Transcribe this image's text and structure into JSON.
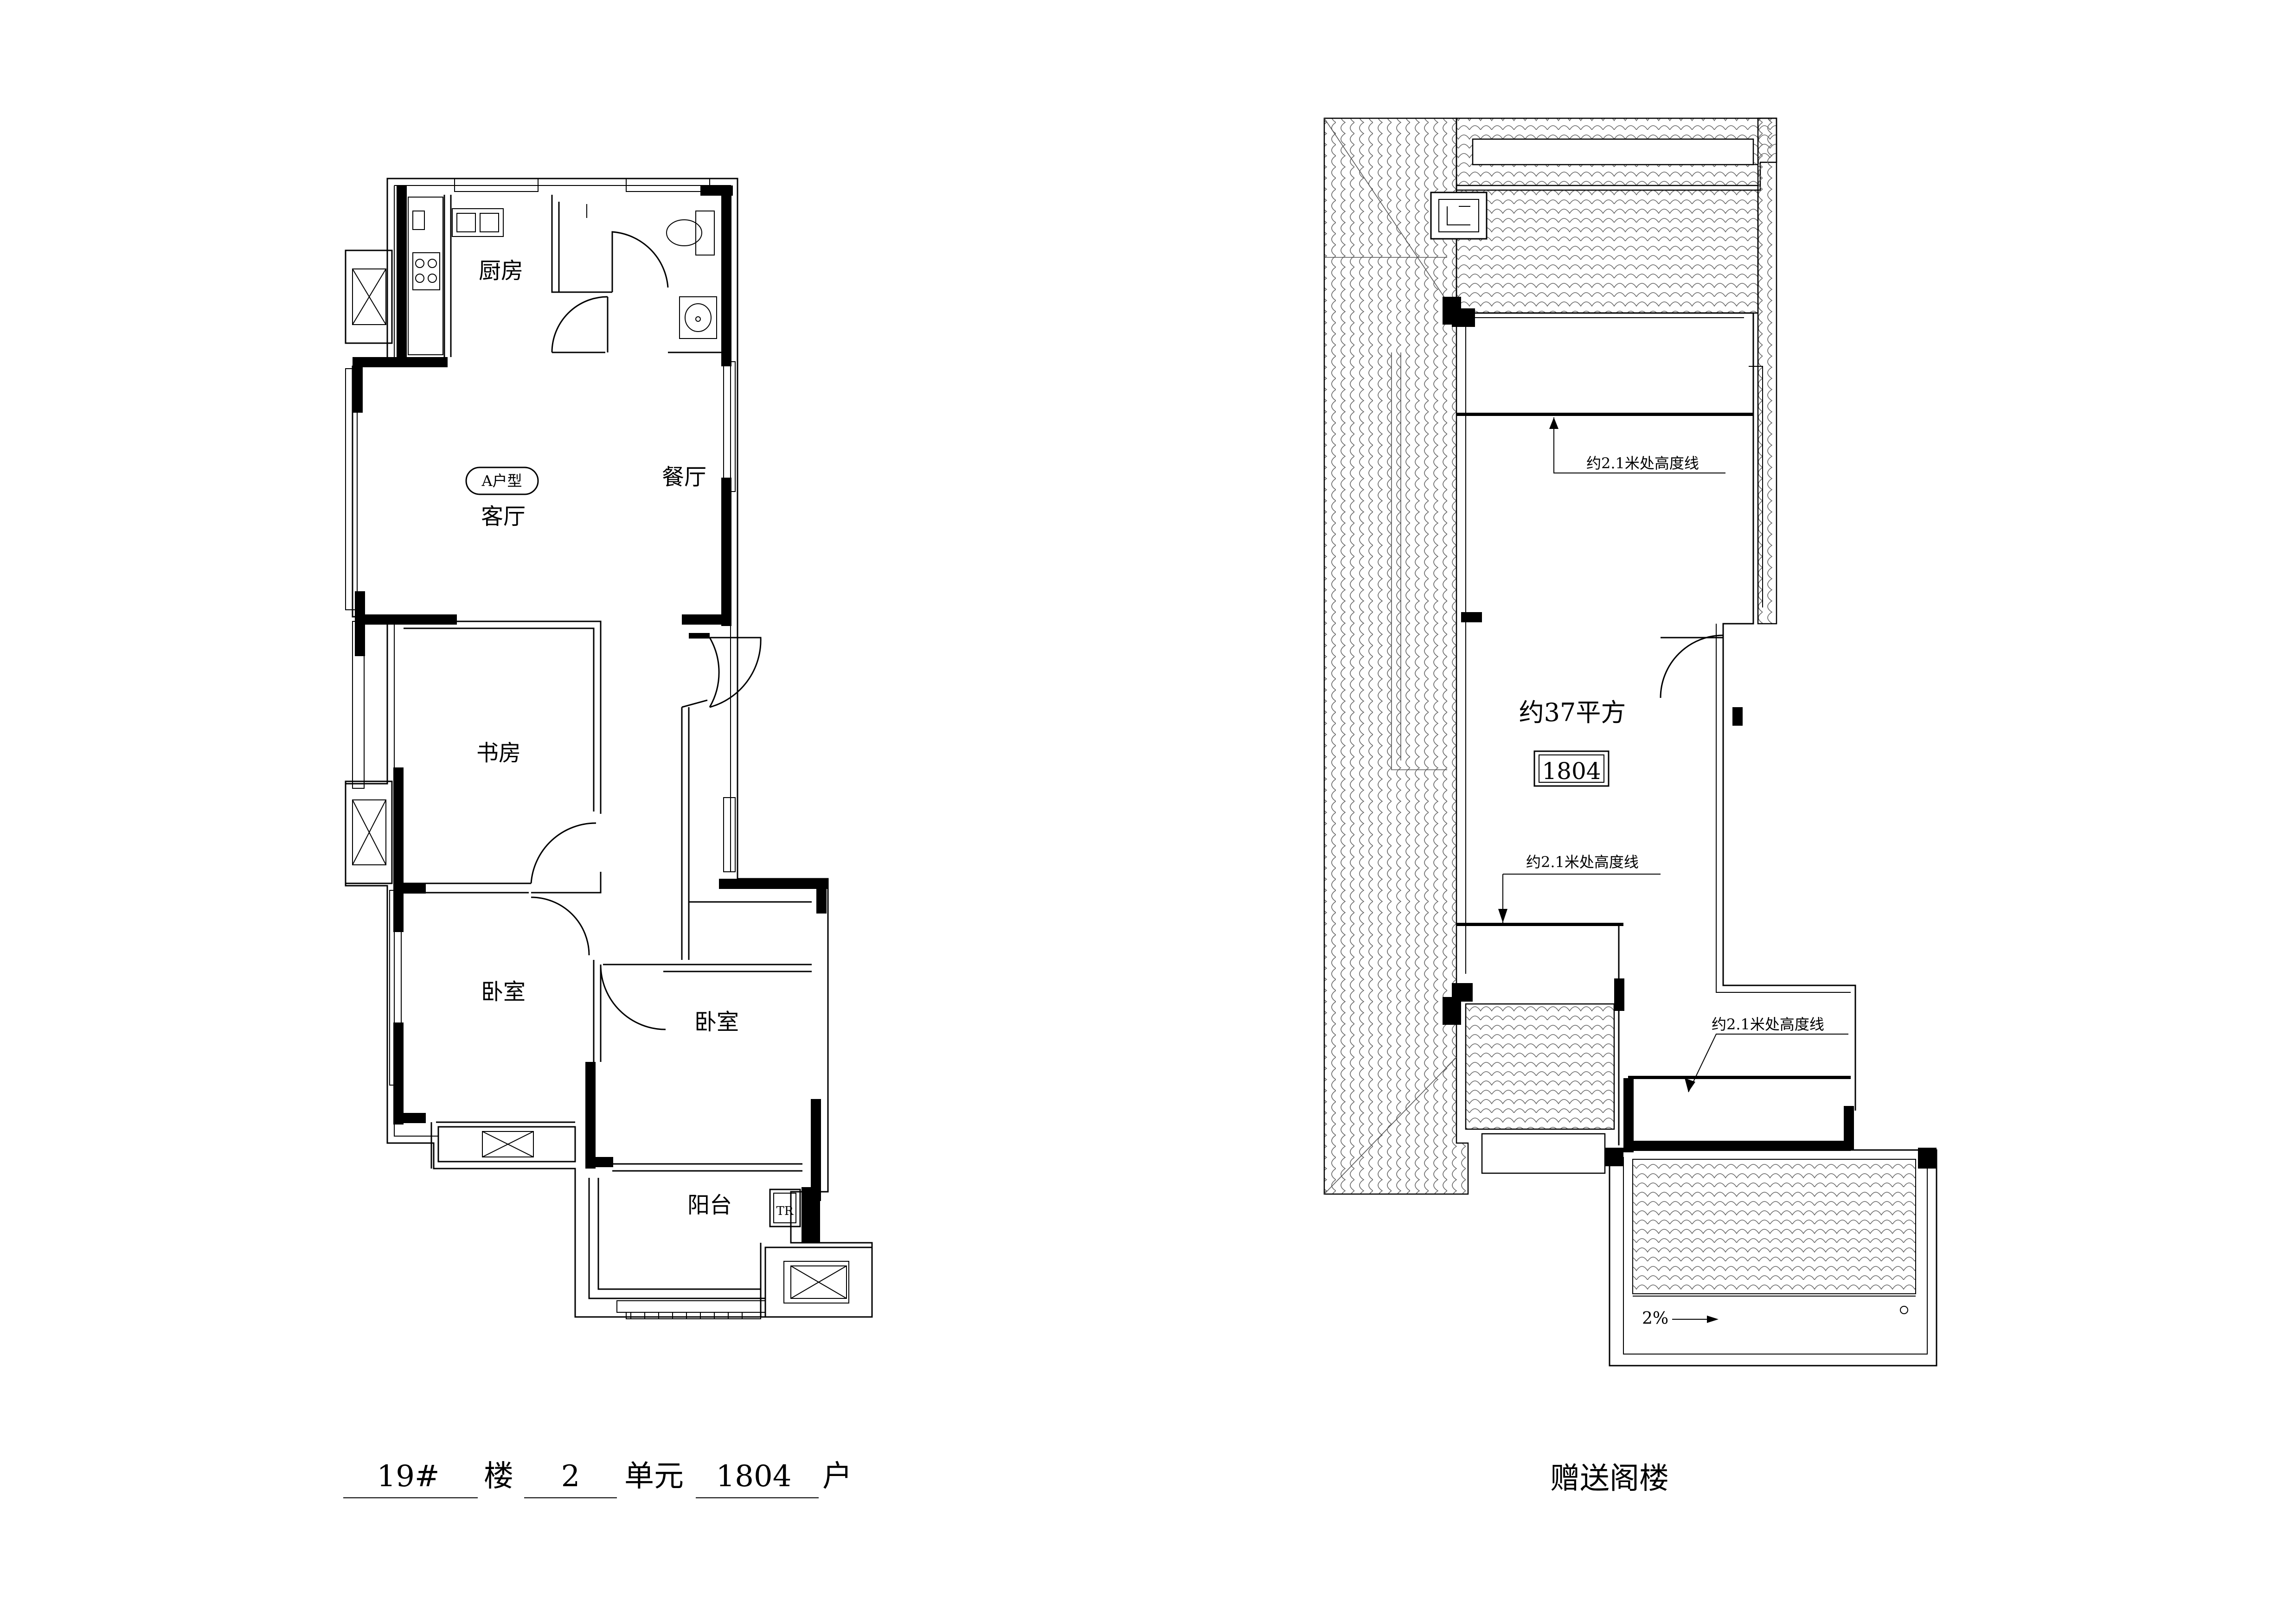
{
  "floor_plan": {
    "rooms": {
      "kitchen": "厨房",
      "dining": "餐厅",
      "living": "客厅",
      "study": "书房",
      "bedroom_left": "卧室",
      "bedroom_right": "卧室",
      "balcony": "阳台"
    },
    "type_badge": "A户型",
    "tr_label": "TR",
    "caption": {
      "building": "19#",
      "building_suffix": "楼",
      "unit": "2",
      "unit_suffix": "单元",
      "apartment": "1804",
      "apartment_suffix": "户"
    }
  },
  "attic_plan": {
    "area_label": "约37平方",
    "unit_box": "1804",
    "height_line_labels": [
      "约2.1米处高度线",
      "约2.1米处高度线",
      "约2.1米处高度线"
    ],
    "slope_label": "2%",
    "caption": "赠送阁楼"
  }
}
